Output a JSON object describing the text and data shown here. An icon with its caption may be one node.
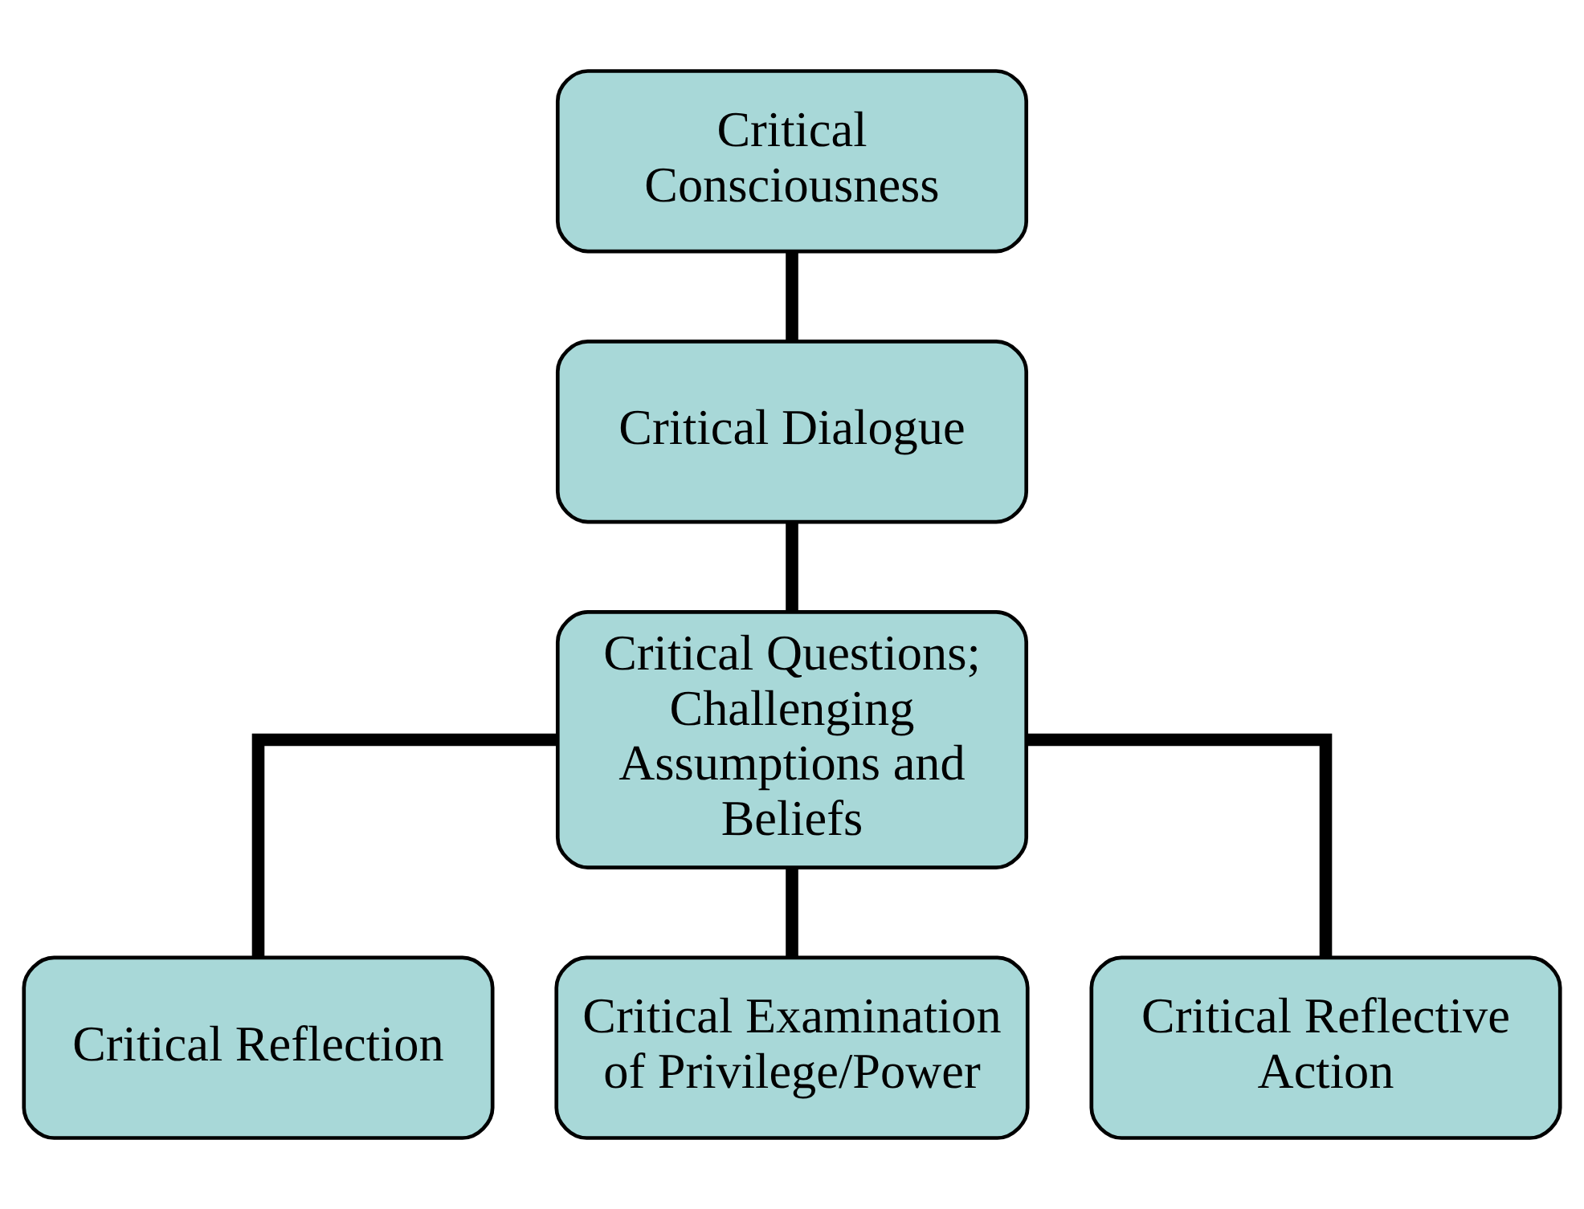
{
  "diagram": {
    "nodes": [
      {
        "text": [
          "Critical Consciousness"
        ]
      },
      {
        "text": [
          "Critical Dialogue"
        ]
      },
      {
        "text": [
          "Critical Questions; Challenging Assumptions and Beliefs"
        ]
      },
      {
        "text": [
          "Critical Reflection"
        ]
      },
      {
        "text": [
          "Critical Examination of Privilege/Power"
        ]
      },
      {
        "text": [
          "Critical Reflective Action"
        ]
      }
    ],
    "edges": [
      {
        "from": 0,
        "to": 1,
        "arrow": "none"
      },
      {
        "from": 1,
        "to": 2,
        "arrow": "none"
      },
      {
        "from": 2,
        "to": 3,
        "arrow": "none"
      },
      {
        "from": 2,
        "to": 4,
        "arrow": "none"
      },
      {
        "from": 2,
        "to": 5,
        "arrow": "none"
      }
    ]
  }
}
